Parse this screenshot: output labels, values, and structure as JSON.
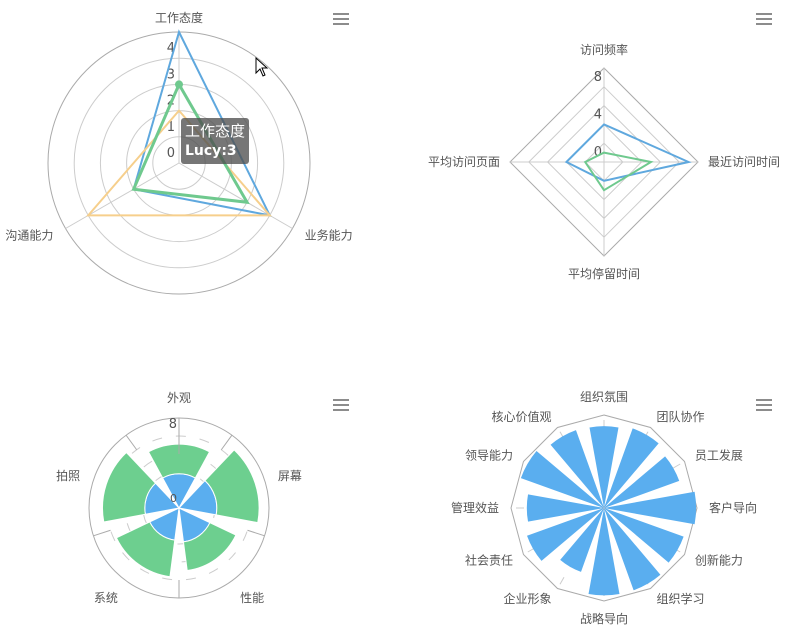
{
  "colors": {
    "blue": "#5fa8de",
    "green": "#6fc98e",
    "yellow": "#f6cf8c",
    "bar_blue": "#5aaeef",
    "bar_green": "#6dcf8f",
    "grid": "#cccccc",
    "axis": "#aaaaaa",
    "label": "#555555"
  },
  "tooltip": {
    "title": "工作态度",
    "value": "Lucy:3"
  },
  "chart_data": [
    {
      "type": "radar",
      "shape": "circle",
      "indicators": [
        "工作态度",
        "业务能力",
        "沟通能力"
      ],
      "range": [
        0,
        5
      ],
      "tick_labels": [
        "0",
        "1",
        "2",
        "3",
        "4"
      ],
      "series": [
        {
          "name": "",
          "color": "blue",
          "values": [
            5,
            4,
            2
          ]
        },
        {
          "name": "",
          "color": "yellow",
          "values": [
            2,
            4,
            4
          ]
        },
        {
          "name": "Lucy",
          "color": "green",
          "values": [
            3,
            3,
            2
          ]
        }
      ]
    },
    {
      "type": "radar",
      "shape": "polygon",
      "indicators": [
        "访问频率",
        "最近访问时间",
        "平均停留时间",
        "平均访问页面"
      ],
      "range": [
        0,
        10
      ],
      "tick_labels": [
        "0",
        "4",
        "8"
      ],
      "series": [
        {
          "name": "",
          "color": "blue",
          "values": [
            4,
            9,
            2,
            4
          ]
        },
        {
          "name": "",
          "color": "green",
          "values": [
            1,
            5,
            3,
            2
          ]
        }
      ]
    },
    {
      "type": "polar-bar-stacked",
      "categories": [
        "外观",
        "屏幕",
        "性能",
        "系统",
        "拍照"
      ],
      "range": [
        0,
        10
      ],
      "tick_labels": [
        "0",
        "8"
      ],
      "series": [
        {
          "name": "",
          "color": "bar_blue",
          "values": [
            3.8,
            4.2,
            3.8,
            3.6,
            3.8
          ]
        },
        {
          "name": "",
          "color": "bar_green",
          "values": [
            3.3,
            4.7,
            3.2,
            4.1,
            4.7
          ]
        }
      ]
    },
    {
      "type": "polar-bar",
      "categories": [
        "组织氛围",
        "团队协作",
        "员工发展",
        "客户导向",
        "创新能力",
        "组织学习",
        "战略导向",
        "企业形象",
        "社会责任",
        "管理效益",
        "领导能力",
        "核心价值观"
      ],
      "range": [
        0,
        100
      ],
      "series": [
        {
          "name": "",
          "color": "bar_blue",
          "values": [
            88,
            91,
            86,
            99,
            91,
            94,
            94,
            73,
            88,
            83,
            95,
            89
          ]
        }
      ]
    }
  ]
}
